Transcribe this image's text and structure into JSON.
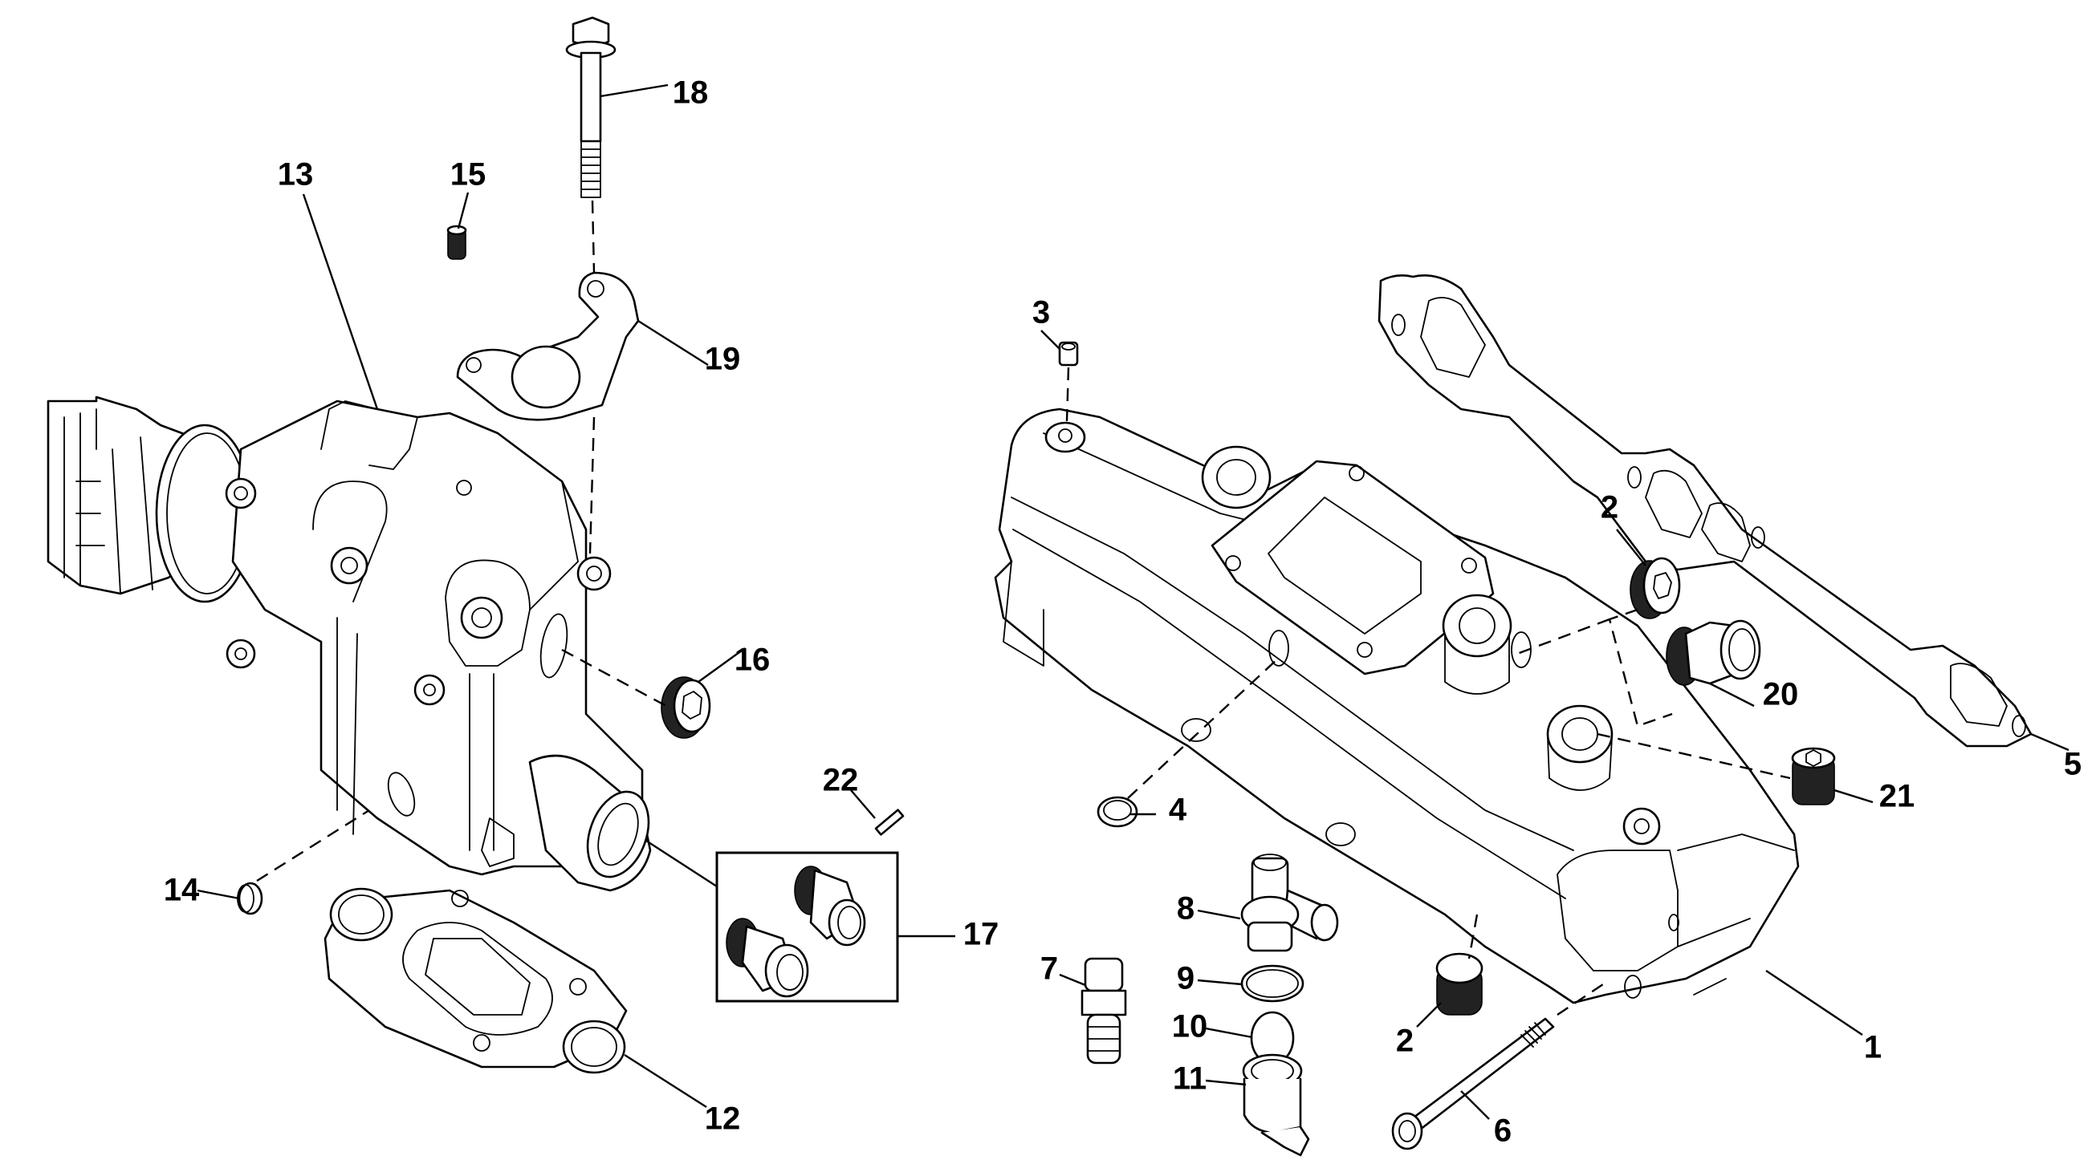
{
  "diagram": {
    "title": "Exhaust manifold and elbow assembly — exploded parts view",
    "background_color": "#ffffff",
    "line_color": "#000000"
  },
  "callouts": {
    "c1": "1",
    "c2_upper": "2",
    "c2_lower": "2",
    "c3": "3",
    "c4": "4",
    "c5": "5",
    "c6": "6",
    "c7": "7",
    "c8": "8",
    "c9": "9",
    "c10": "10",
    "c11": "11",
    "c12": "12",
    "c13": "13",
    "c14": "14",
    "c15": "15",
    "c16": "16",
    "c17": "17",
    "c18": "18",
    "c19": "19",
    "c20": "20",
    "c21": "21",
    "c22": "22"
  },
  "parts": [
    {
      "callout": "1",
      "part": "exhaust-manifold"
    },
    {
      "callout": "2",
      "part": "pipe-plug",
      "occurrences": 2
    },
    {
      "callout": "3",
      "part": "set-screw-plug"
    },
    {
      "callout": "4",
      "part": "sleeve-ring"
    },
    {
      "callout": "5",
      "part": "manifold-gasket"
    },
    {
      "callout": "6",
      "part": "manifold-bolt"
    },
    {
      "callout": "7",
      "part": "hose-fitting"
    },
    {
      "callout": "8",
      "part": "tee-fitting"
    },
    {
      "callout": "9",
      "part": "o-ring"
    },
    {
      "callout": "10",
      "part": "check-ball"
    },
    {
      "callout": "11",
      "part": "elbow-fitting"
    },
    {
      "callout": "12",
      "part": "elbow-gasket"
    },
    {
      "callout": "13",
      "part": "exhaust-elbow"
    },
    {
      "callout": "14",
      "part": "cup-plug"
    },
    {
      "callout": "15",
      "part": "set-screw"
    },
    {
      "callout": "16",
      "part": "elbow-pipe-plug"
    },
    {
      "callout": "17",
      "part": "fitting-kit"
    },
    {
      "callout": "18",
      "part": "elbow-bolt"
    },
    {
      "callout": "19",
      "part": "lifting-bracket"
    },
    {
      "callout": "20",
      "part": "hose-adapter"
    },
    {
      "callout": "21",
      "part": "socket-plug"
    },
    {
      "callout": "22",
      "part": "drain-pin"
    }
  ]
}
